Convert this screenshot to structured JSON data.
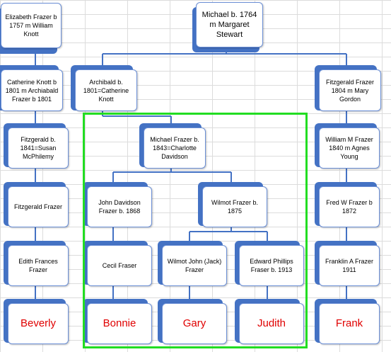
{
  "colors": {
    "connector": "#4472c4",
    "node_back": "#4472c4",
    "leaf_text": "#e00000",
    "highlight": "#22dd22",
    "gridline": "#dcdcdc"
  },
  "nodes": {
    "elizabeth": "Elizabeth Frazer b 1757 m William Knott",
    "michael_1764": "Michael b. 1764 m Margaret Stewart",
    "catherine": "Catherine Knott b 1801 m Archiabald Frazer b 1801",
    "archibald": "Archibald b. 1801=Catherine Knott",
    "fitzgerald_1804": "Fitzgerald Frazer 1804 m Mary Gordon",
    "fitzgerald_1841": "Fitzgerald b. 1841=Susan McPhilemy",
    "michael_1843": "Michael Frazer b. 1843=Charlotte Davidson",
    "william": "William M Frazer 1840 m Agnes Young",
    "fitzgerald_frazer": "Fitzgerald Frazer",
    "john_davidson": "John Davidson Frazer b. 1868",
    "wilmot_1875": "Wilmot Frazer b. 1875",
    "fred": "Fred W Frazer b 1872",
    "edith": "Edith Frances Frazer",
    "cecil": "Cecil Fraser",
    "wilmot_john": "Wilmot John (Jack) Frazer",
    "edward": "Edward Phillips Fraser b. 1913",
    "franklin": "Franklin A Frazer 1911",
    "beverly": "Beverly",
    "bonnie": "Bonnie",
    "gary": "Gary",
    "judith": "Judith",
    "frank": "Frank"
  }
}
